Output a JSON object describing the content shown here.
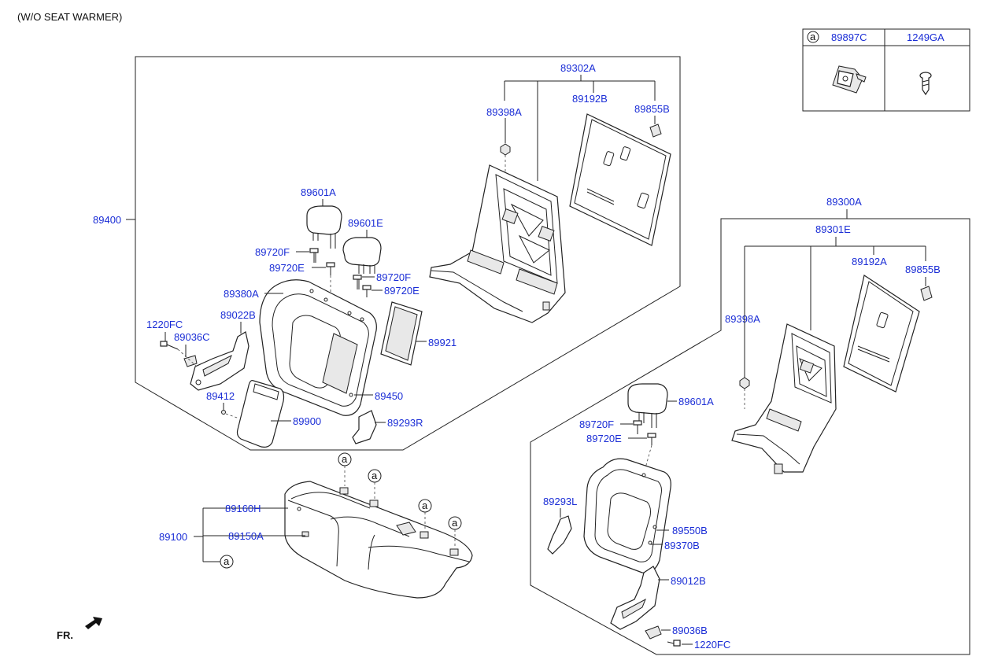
{
  "header": {
    "variant_note": "(W/O SEAT WARMER)"
  },
  "front_indicator": "FR.",
  "legend": {
    "ref_mark": "a",
    "col1": "89897C",
    "col2": "1249GA"
  },
  "callouts": {
    "c89302A": "89302A",
    "c89192B": "89192B",
    "c89398A_top": "89398A",
    "c89855B_top": "89855B",
    "c89400": "89400",
    "c89601A_left": "89601A",
    "c89601E": "89601E",
    "c89720F_a": "89720F",
    "c89720E_a": "89720E",
    "c89720F_b": "89720F",
    "c89720E_b": "89720E",
    "c89380A": "89380A",
    "c89022B": "89022B",
    "c1220FC_left": "1220FC",
    "c89036C": "89036C",
    "c89921": "89921",
    "c89412": "89412",
    "c89450": "89450",
    "c89900": "89900",
    "c89293R": "89293R",
    "c89160H": "89160H",
    "c89100": "89100",
    "c89150A": "89150A",
    "c89300A": "89300A",
    "c89301E": "89301E",
    "c89192A": "89192A",
    "c89855B_right": "89855B",
    "c89398A_right": "89398A",
    "c89601A_right": "89601A",
    "c89720F_c": "89720F",
    "c89720E_c": "89720E",
    "c89293L": "89293L",
    "c89550B": "89550B",
    "c89370B": "89370B",
    "c89012B": "89012B",
    "c89036B": "89036B",
    "c1220FC_right": "1220FC"
  },
  "ref_markers": [
    "a",
    "a",
    "a",
    "a",
    "a"
  ]
}
